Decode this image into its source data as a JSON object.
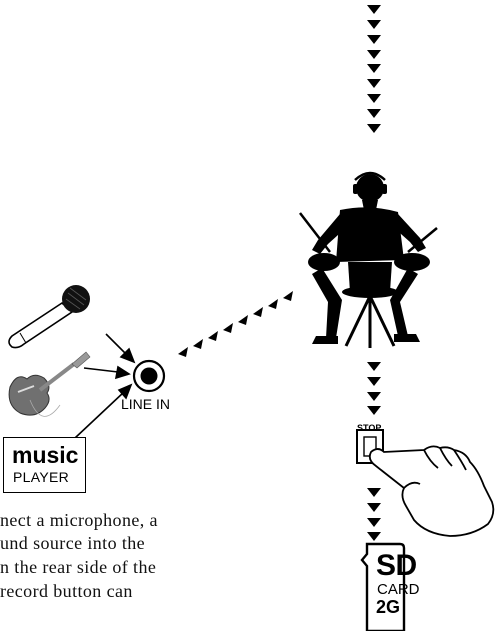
{
  "inputs": {
    "line_in_label": "LINE IN",
    "music_player": {
      "brand": "music",
      "label": "PLAYER"
    }
  },
  "controls": {
    "stop_button_label": "STOP"
  },
  "sd_card": {
    "logo": "SD",
    "card_label": "CARD",
    "capacity": "2G"
  },
  "caption": {
    "lines": [
      "nect a microphone, a",
      "und source into the",
      "n the rear side of the",
      "record button can"
    ]
  },
  "colors": {
    "ink": "#000000",
    "guitar_body": "#707070",
    "background": "#ffffff"
  },
  "icons": [
    "microphone-icon",
    "guitar-icon",
    "line-in-jack-icon",
    "drummer-icon",
    "stop-button-icon",
    "hand-pointer-icon",
    "sd-card-icon"
  ]
}
